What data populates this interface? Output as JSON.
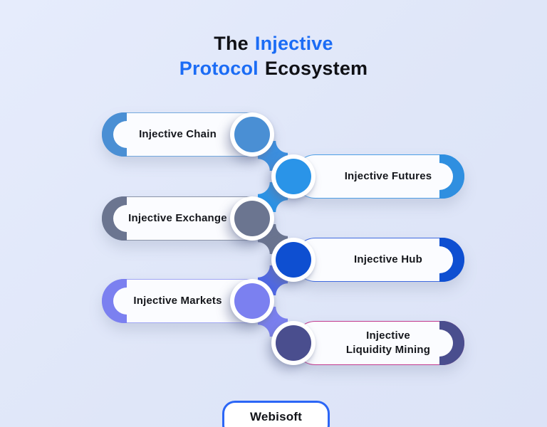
{
  "title": {
    "part1_dark": "The",
    "part1_accent": "Injective",
    "part2_accent": "Protocol",
    "part2_dark": "Ecosystem",
    "accent_color": "#1b6cf5"
  },
  "items": [
    {
      "label": "Injective Chain",
      "side": "left",
      "circle_color": "#4a8fd4",
      "accent_color": "#4a8fd4",
      "border_color": "#74a9de"
    },
    {
      "label": "Injective Futures",
      "side": "right",
      "circle_color": "#2a94e8",
      "accent_color": "#2f8fe0",
      "border_color": "#4d9fe6"
    },
    {
      "label": "Injective Exchange",
      "side": "left",
      "circle_color": "#6b7590",
      "accent_color": "#6b7590",
      "border_color": "#8b94a8"
    },
    {
      "label": "Injective Hub",
      "side": "right",
      "circle_color": "#0e4fd1",
      "accent_color": "#0e4fd1",
      "border_color": "#3f6ae0"
    },
    {
      "label": "Injective Markets",
      "side": "left",
      "circle_color": "#7b80f0",
      "accent_color": "#7b80f0",
      "border_color": "#a0a6f5"
    },
    {
      "label": "Injective\nLiquidity Mining",
      "side": "right",
      "circle_color": "#4a4e8e",
      "accent_color": "#4a4e8e",
      "border_color": "#c23a8e"
    }
  ],
  "connectors": [
    {
      "fill_color": "#3c8fdf"
    },
    {
      "fill_color": "#2a94e8"
    },
    {
      "fill_color": "#6b7590"
    },
    {
      "fill_color": "#4f68e6"
    },
    {
      "fill_color": "#7b80f0"
    }
  ],
  "footer": {
    "brand": "Webisoft",
    "border_color": "#2b66f6"
  },
  "background_color": "#e0e7f9"
}
